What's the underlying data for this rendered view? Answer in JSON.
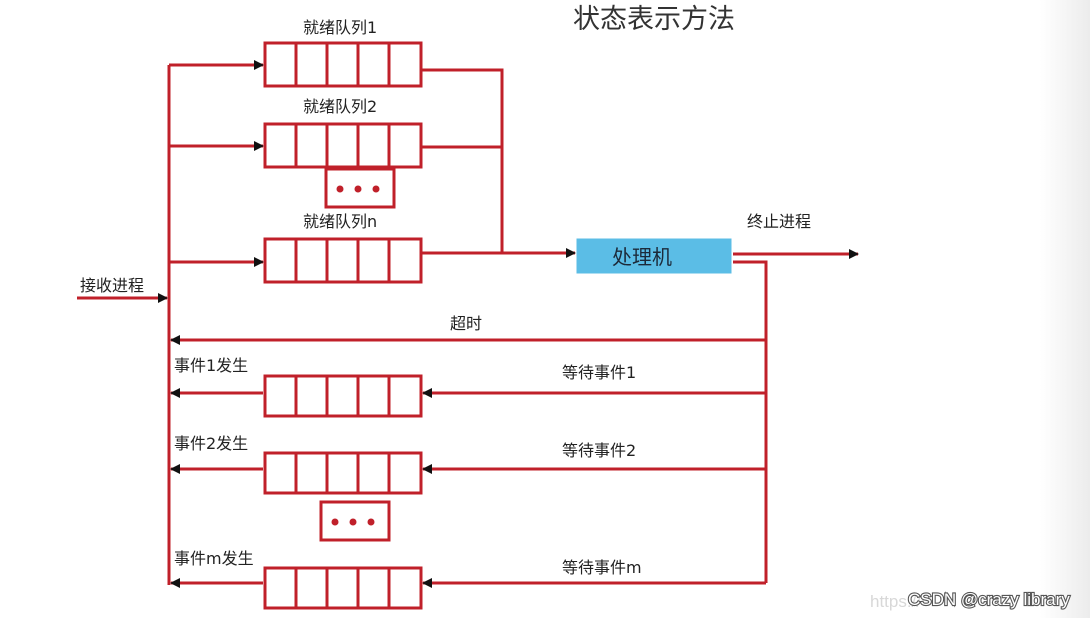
{
  "title": "状态表示方法",
  "ready_queues": [
    "就绪队列1",
    "就绪队列2",
    "就绪队列n"
  ],
  "wait_queues": [
    {
      "wait_label": "等待事件1",
      "event_label": "事件1发生"
    },
    {
      "wait_label": "等待事件2",
      "event_label": "事件2发生"
    },
    {
      "wait_label": "等待事件m",
      "event_label": "事件m发生"
    }
  ],
  "receive_label": "接收进程",
  "processor_label": "处理机",
  "terminate_label": "终止进程",
  "timeout_label": "超时",
  "watermark": {
    "prefix": "https://",
    "text": "CSDN @crazy library"
  },
  "colors": {
    "line": "#c0202a",
    "processor_fill": "#5bbde6",
    "dots": "#c0202a"
  }
}
